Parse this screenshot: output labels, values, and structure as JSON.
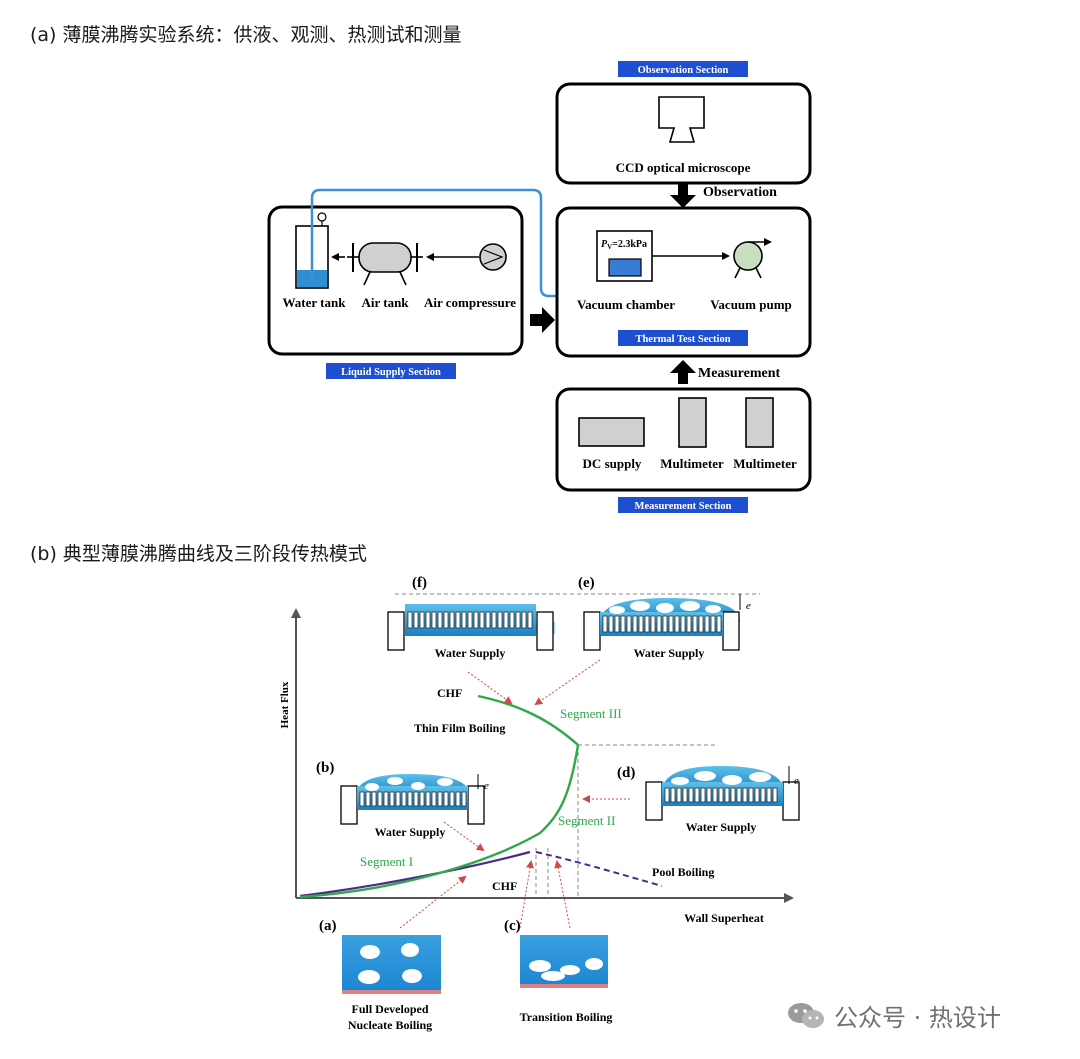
{
  "captions": {
    "a": "(a) 薄膜沸腾实验系统：供液、观测、热测试和测量",
    "b": "(b) 典型薄膜沸腾曲线及三阶段传热模式"
  },
  "system": {
    "observation_section": "Observation Section",
    "ccd": "CCD optical microscope",
    "observation_arrow": "Observation",
    "water_tank": "Water tank",
    "air_tank": "Air tank",
    "air_compressure": "Air compressure",
    "liquid_supply_section": "Liquid Supply Section",
    "pv": "P",
    "pv_sub": "V",
    "pv_value": "=2.3kPa",
    "vacuum_chamber": "Vacuum chamber",
    "vacuum_pump": "Vacuum pump",
    "thermal_test_section": "Thermal Test Section",
    "measurement_arrow": "Measurement",
    "dc_supply": "DC supply",
    "multimeter_1": "Multimeter",
    "multimeter_2": "Multimeter",
    "measurement_section": "Measurement Section"
  },
  "curve": {
    "y_axis": "Heat Flux",
    "x_axis": "Wall Superheat",
    "chf_top": "CHF",
    "chf_bottom": "CHF",
    "thin_film": "Thin Film Boiling",
    "segment_1": "Segment I",
    "segment_2": "Segment II",
    "segment_3": "Segment III",
    "pool_boiling": "Pool Boiling",
    "water_supply": "Water Supply",
    "e": "e",
    "label_a": "(a)",
    "label_b": "(b)",
    "label_c": "(c)",
    "label_d": "(d)",
    "label_e": "(e)",
    "label_f": "(f)",
    "full_developed_1": "Full Developed",
    "full_developed_2": "Nucleate Boiling",
    "transition": "Transition Boiling"
  },
  "watermark": "公众号 · 热设计",
  "colors": {
    "section_blue": "#1f4fd1",
    "pipe_blue": "#3b8fd6",
    "green_curve": "#2ea84a",
    "purple_curve": "#4b2a8c",
    "red_arrow": "#d04848",
    "water": "#2f8fd2"
  }
}
